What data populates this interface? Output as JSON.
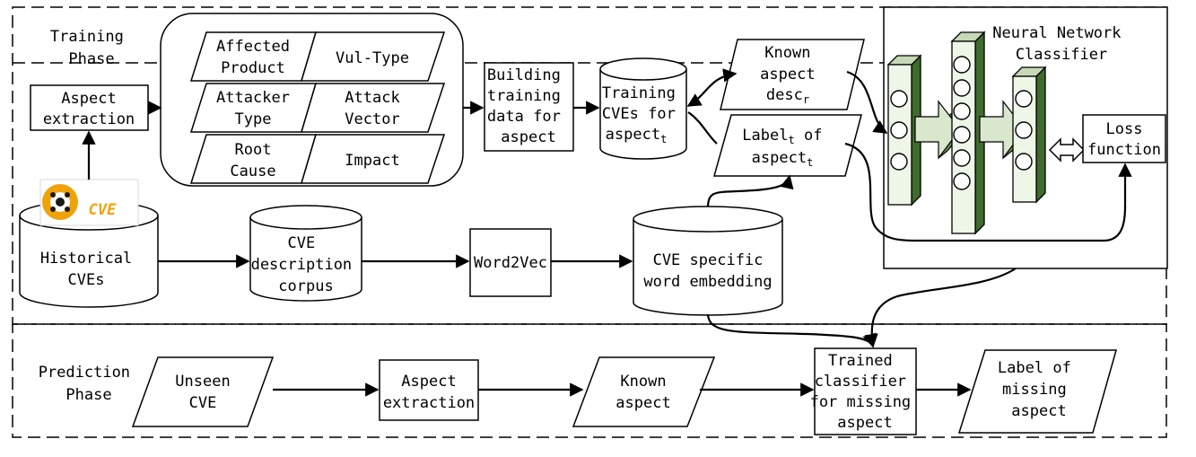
{
  "phases": {
    "training": [
      "Training",
      "Phase"
    ],
    "prediction": [
      "Prediction",
      "Phase"
    ]
  },
  "nodes": {
    "aspect_extraction_train": [
      "Aspect",
      "extraction"
    ],
    "aspects": {
      "affected_product": [
        "Affected",
        "Product"
      ],
      "vul_type": [
        "Vul-Type"
      ],
      "attacker_type": [
        "Attacker",
        "Type"
      ],
      "attack_vector": [
        "Attack",
        "Vector"
      ],
      "root_cause": [
        "Root",
        "Cause"
      ],
      "impact": [
        "Impact"
      ]
    },
    "building_training_data": [
      "Building",
      "training",
      "data for",
      "aspect"
    ],
    "training_cves": [
      "Training",
      "CVEs for",
      "aspect"
    ],
    "training_cves_sub": "t",
    "known_aspect_desc": [
      "Known",
      "aspect",
      "desc"
    ],
    "known_aspect_desc_sub": "r",
    "label_of_aspect_line1": "Label",
    "label_of_aspect_line1_sub": "t",
    "label_of_aspect_line1_rest": " of",
    "label_of_aspect_line2": "aspect",
    "label_of_aspect_line2_sub": "t",
    "neural_network_classifier": [
      "Neural Network",
      "Classifier"
    ],
    "loss_function": [
      "Loss",
      "function"
    ],
    "historical_cves": [
      "Historical",
      "CVEs"
    ],
    "cve_logo": "CVE",
    "cve_description_corpus": [
      "CVE",
      "description",
      "corpus"
    ],
    "word2vec": [
      "Word2Vec"
    ],
    "cve_word_embedding": [
      "CVE specific",
      "word embedding"
    ],
    "unseen_cve": [
      "Unseen",
      "CVE"
    ],
    "aspect_extraction_pred": [
      "Aspect",
      "extraction"
    ],
    "known_aspect": [
      "Known",
      "aspect"
    ],
    "trained_classifier": [
      "Trained",
      "classifier",
      "for missing",
      "aspect"
    ],
    "label_missing_aspect": [
      "Label of",
      "missing",
      "aspect"
    ]
  },
  "colors": {
    "logo_orange": "#f0a20a",
    "nn_green_dark": "#3f6b2c",
    "nn_green_light": "#eef6e8"
  }
}
